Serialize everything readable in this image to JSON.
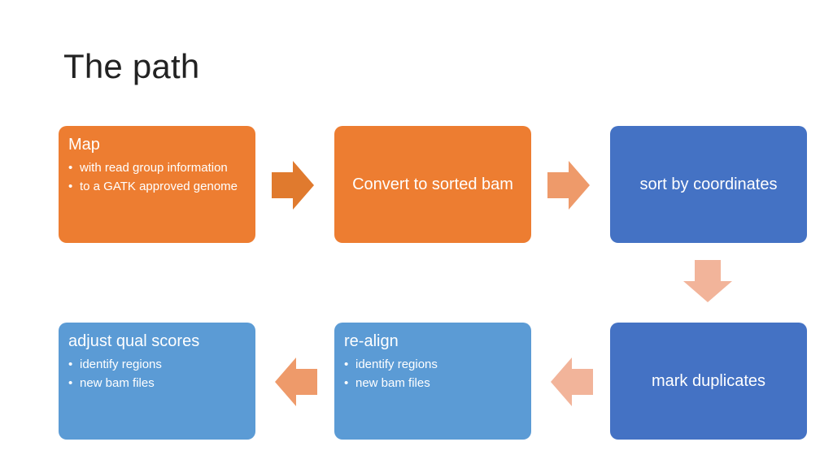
{
  "slide": {
    "title": "The path"
  },
  "steps": {
    "map": {
      "heading": "Map",
      "bullets": [
        "with read group information",
        "to a GATK approved genome"
      ]
    },
    "convert": {
      "label": "Convert to sorted bam"
    },
    "sort": {
      "label": "sort by coordinates"
    },
    "mark": {
      "label": "mark duplicates"
    },
    "realign": {
      "heading": "re-align",
      "bullets": [
        "identify regions",
        "new bam files"
      ]
    },
    "adjust": {
      "heading": "adjust qual scores",
      "bullets": [
        "identify regions",
        "new bam files"
      ]
    }
  },
  "colors": {
    "orange": "#ED7D31",
    "blue": "#4472C4",
    "light_blue": "#5B9BD5",
    "arrow_dark_orange": "#E07A2E",
    "arrow_orange": "#EE9A6A",
    "arrow_peach": "#F2B49A"
  }
}
